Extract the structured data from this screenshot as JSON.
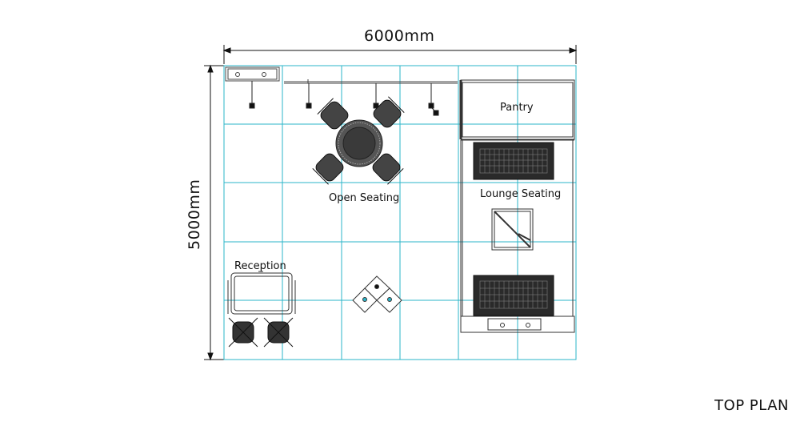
{
  "dimensions": {
    "width_label": "6000mm",
    "height_label": "5000mm"
  },
  "areas": {
    "pantry": "Pantry",
    "lounge_seating": "Lounge Seating",
    "open_seating": "Open Seating",
    "reception": "Reception"
  },
  "plan_title": "TOP PLAN",
  "colors": {
    "grid": "#2bb5c9",
    "outline": "#333333",
    "furniture": "#2a2a2a"
  }
}
